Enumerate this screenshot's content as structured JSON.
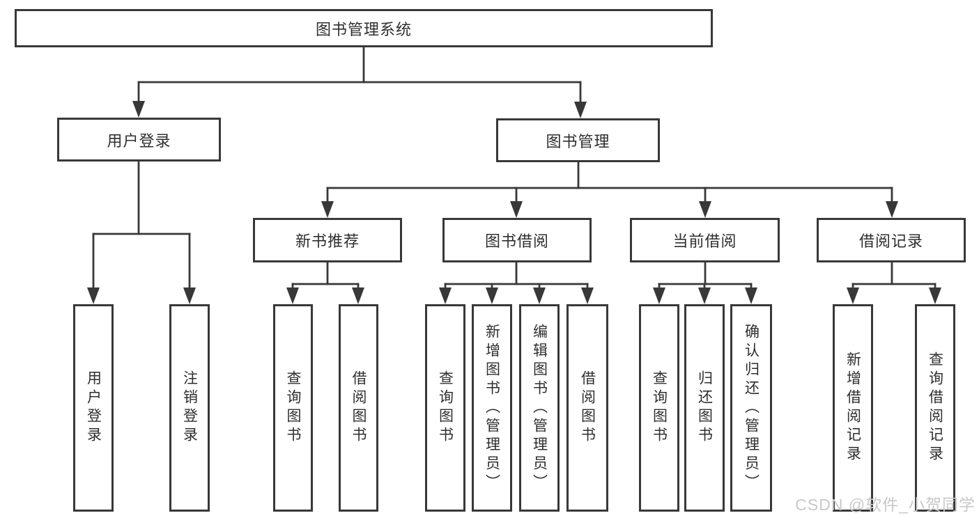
{
  "colors": {
    "line": "#383838",
    "text": "#2e2e2e",
    "watermark": "#c8c8c8",
    "background": "#ffffff"
  },
  "tree": {
    "root": {
      "label": "图书管理系统"
    },
    "level2": [
      {
        "label": "用户登录",
        "children": [
          {
            "label": "用户登录"
          },
          {
            "label": "注销登录"
          }
        ]
      },
      {
        "label": "图书管理",
        "children": [
          {
            "label": "新书推荐",
            "children": [
              {
                "label": "查询图书"
              },
              {
                "label": "借阅图书"
              }
            ]
          },
          {
            "label": "图书借阅",
            "children": [
              {
                "label": "查询图书"
              },
              {
                "label": "新增图书（管理员）"
              },
              {
                "label": "编辑图书（管理员）"
              },
              {
                "label": "借阅图书"
              }
            ]
          },
          {
            "label": "当前借阅",
            "children": [
              {
                "label": "查询图书"
              },
              {
                "label": "归还图书"
              },
              {
                "label": "确认归还（管理员）"
              }
            ]
          },
          {
            "label": "借阅记录",
            "children": [
              {
                "label": "新增借阅记录"
              },
              {
                "label": "查询借阅记录"
              }
            ]
          }
        ]
      }
    ]
  },
  "watermark": {
    "text": "CSDN @软件_小贺同学"
  }
}
